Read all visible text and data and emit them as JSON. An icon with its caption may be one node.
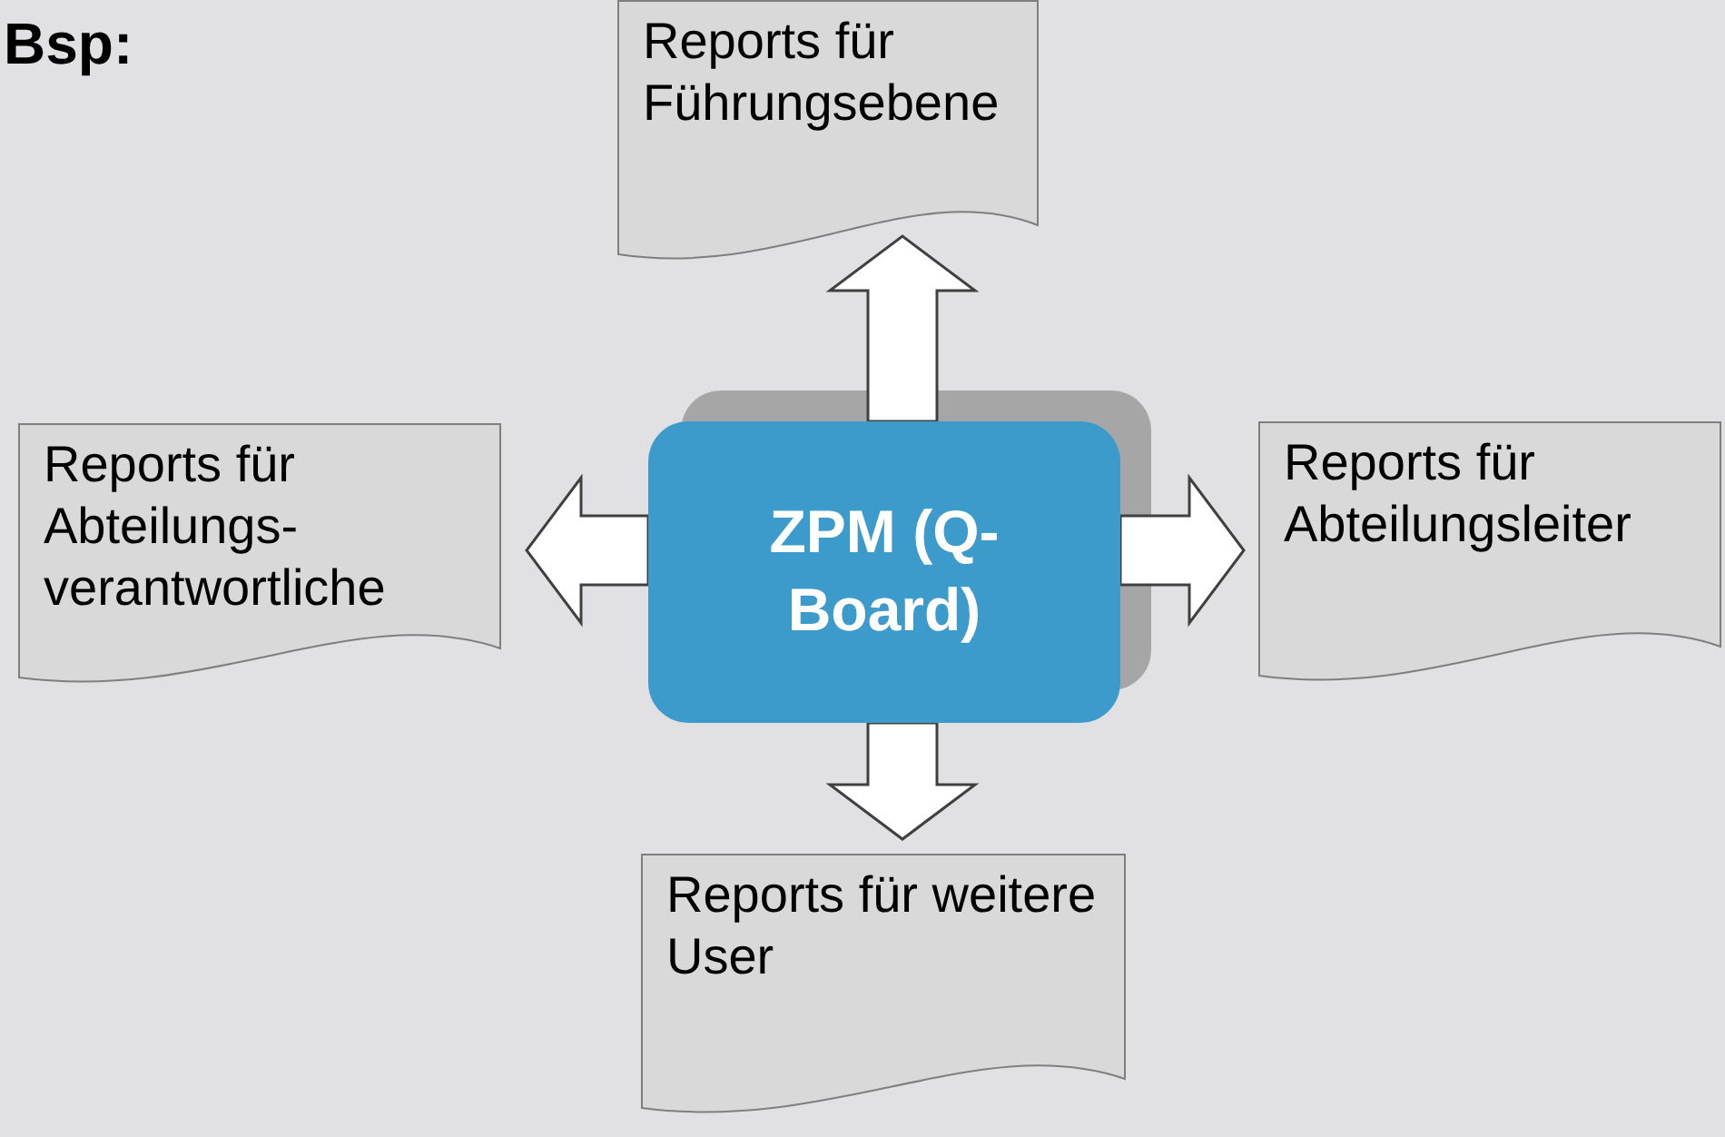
{
  "diagram": {
    "title": "Bsp:",
    "nodes": [
      {
        "text": [
          "Reports für Führungsebene"
        ]
      },
      {
        "text": [
          "Reports für Abteilungs- verantwortliche"
        ]
      },
      {
        "text": [
          "ZPM (Q-Board)"
        ]
      },
      {
        "text": [
          "Reports für Abteilungsleiter"
        ]
      },
      {
        "text": [
          "Reports für weitere User"
        ]
      }
    ],
    "edges": [
      {
        "from": 2,
        "to": 0,
        "arrow": "to"
      },
      {
        "from": 2,
        "to": 1,
        "arrow": "to"
      },
      {
        "from": 2,
        "to": 3,
        "arrow": "to"
      },
      {
        "from": 2,
        "to": 4,
        "arrow": "to"
      }
    ]
  }
}
